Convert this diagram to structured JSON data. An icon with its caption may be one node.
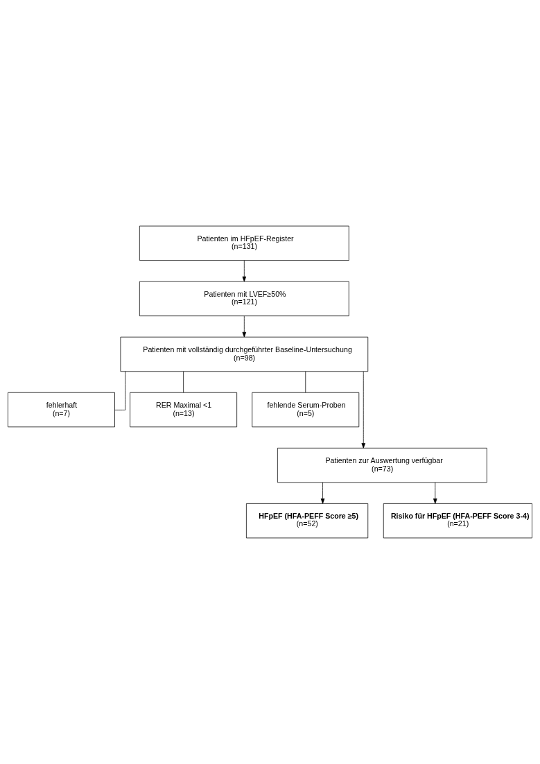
{
  "diagram": {
    "nodes": [
      {
        "text": [
          "Patienten im HFpEF-Register",
          "(n=131)"
        ]
      },
      {
        "text": [
          "Patienten mit LVEF≥50%",
          "(n=121)"
        ]
      },
      {
        "text": [
          "Patienten mit vollständig durchgeführter Baseline-Untersuchung",
          "(n=98)"
        ]
      },
      {
        "text": [
          "fehlerhaft",
          "(n=7)"
        ]
      },
      {
        "text": [
          "RER Maximal <1",
          "(n=13)"
        ]
      },
      {
        "text": [
          "fehlende Serum-Proben",
          "(n=5)"
        ]
      },
      {
        "text": [
          "Patienten zur Auswertung verfügbar",
          "(n=73)"
        ]
      },
      {
        "text": [
          "HFpEF (HFA-PEFF Score ≥5)",
          "(n=52)"
        ]
      },
      {
        "text": [
          "Risiko für HFpEF (HFA-PEFF Score 3-4)",
          "(n=21)"
        ]
      }
    ],
    "edges": [
      {
        "from": 0,
        "to": 1,
        "arrow": "to"
      },
      {
        "from": 1,
        "to": 2,
        "arrow": "to"
      },
      {
        "from": 2,
        "to": 3,
        "arrow": "none"
      },
      {
        "from": 2,
        "to": 4,
        "arrow": "none"
      },
      {
        "from": 2,
        "to": 5,
        "arrow": "none"
      },
      {
        "from": 2,
        "to": 6,
        "arrow": "to"
      },
      {
        "from": 6,
        "to": 7,
        "arrow": "to"
      },
      {
        "from": 6,
        "to": 8,
        "arrow": "to"
      }
    ]
  }
}
